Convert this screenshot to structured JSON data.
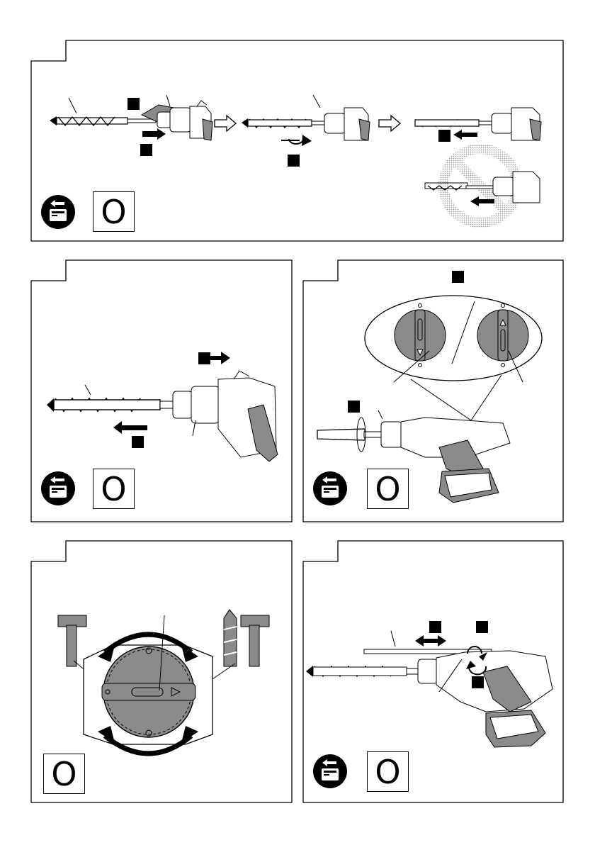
{
  "page": {
    "background": "#ffffff",
    "ink": "#000000",
    "fill_gray": "#8a8a8a",
    "light_gray": "#d8d8d8"
  },
  "panels": [
    {
      "id": "panel-1",
      "step_icon": "remove-battery-icon",
      "sign": "O",
      "prohibited_overlay": "prohibited-icon"
    },
    {
      "id": "panel-2",
      "step_icon": "remove-battery-icon",
      "sign": "O"
    },
    {
      "id": "panel-3",
      "step_icon": "remove-battery-icon",
      "sign": "O"
    },
    {
      "id": "panel-4",
      "step_icon": "",
      "sign": "O"
    },
    {
      "id": "panel-5",
      "step_icon": "remove-battery-icon",
      "sign": "O"
    }
  ],
  "icons": {
    "step": "remove-battery-icon",
    "prohibited": "prohibited-icon",
    "hammer": "hammer-icon",
    "hammer_drill": "hammer-drill-icon"
  }
}
